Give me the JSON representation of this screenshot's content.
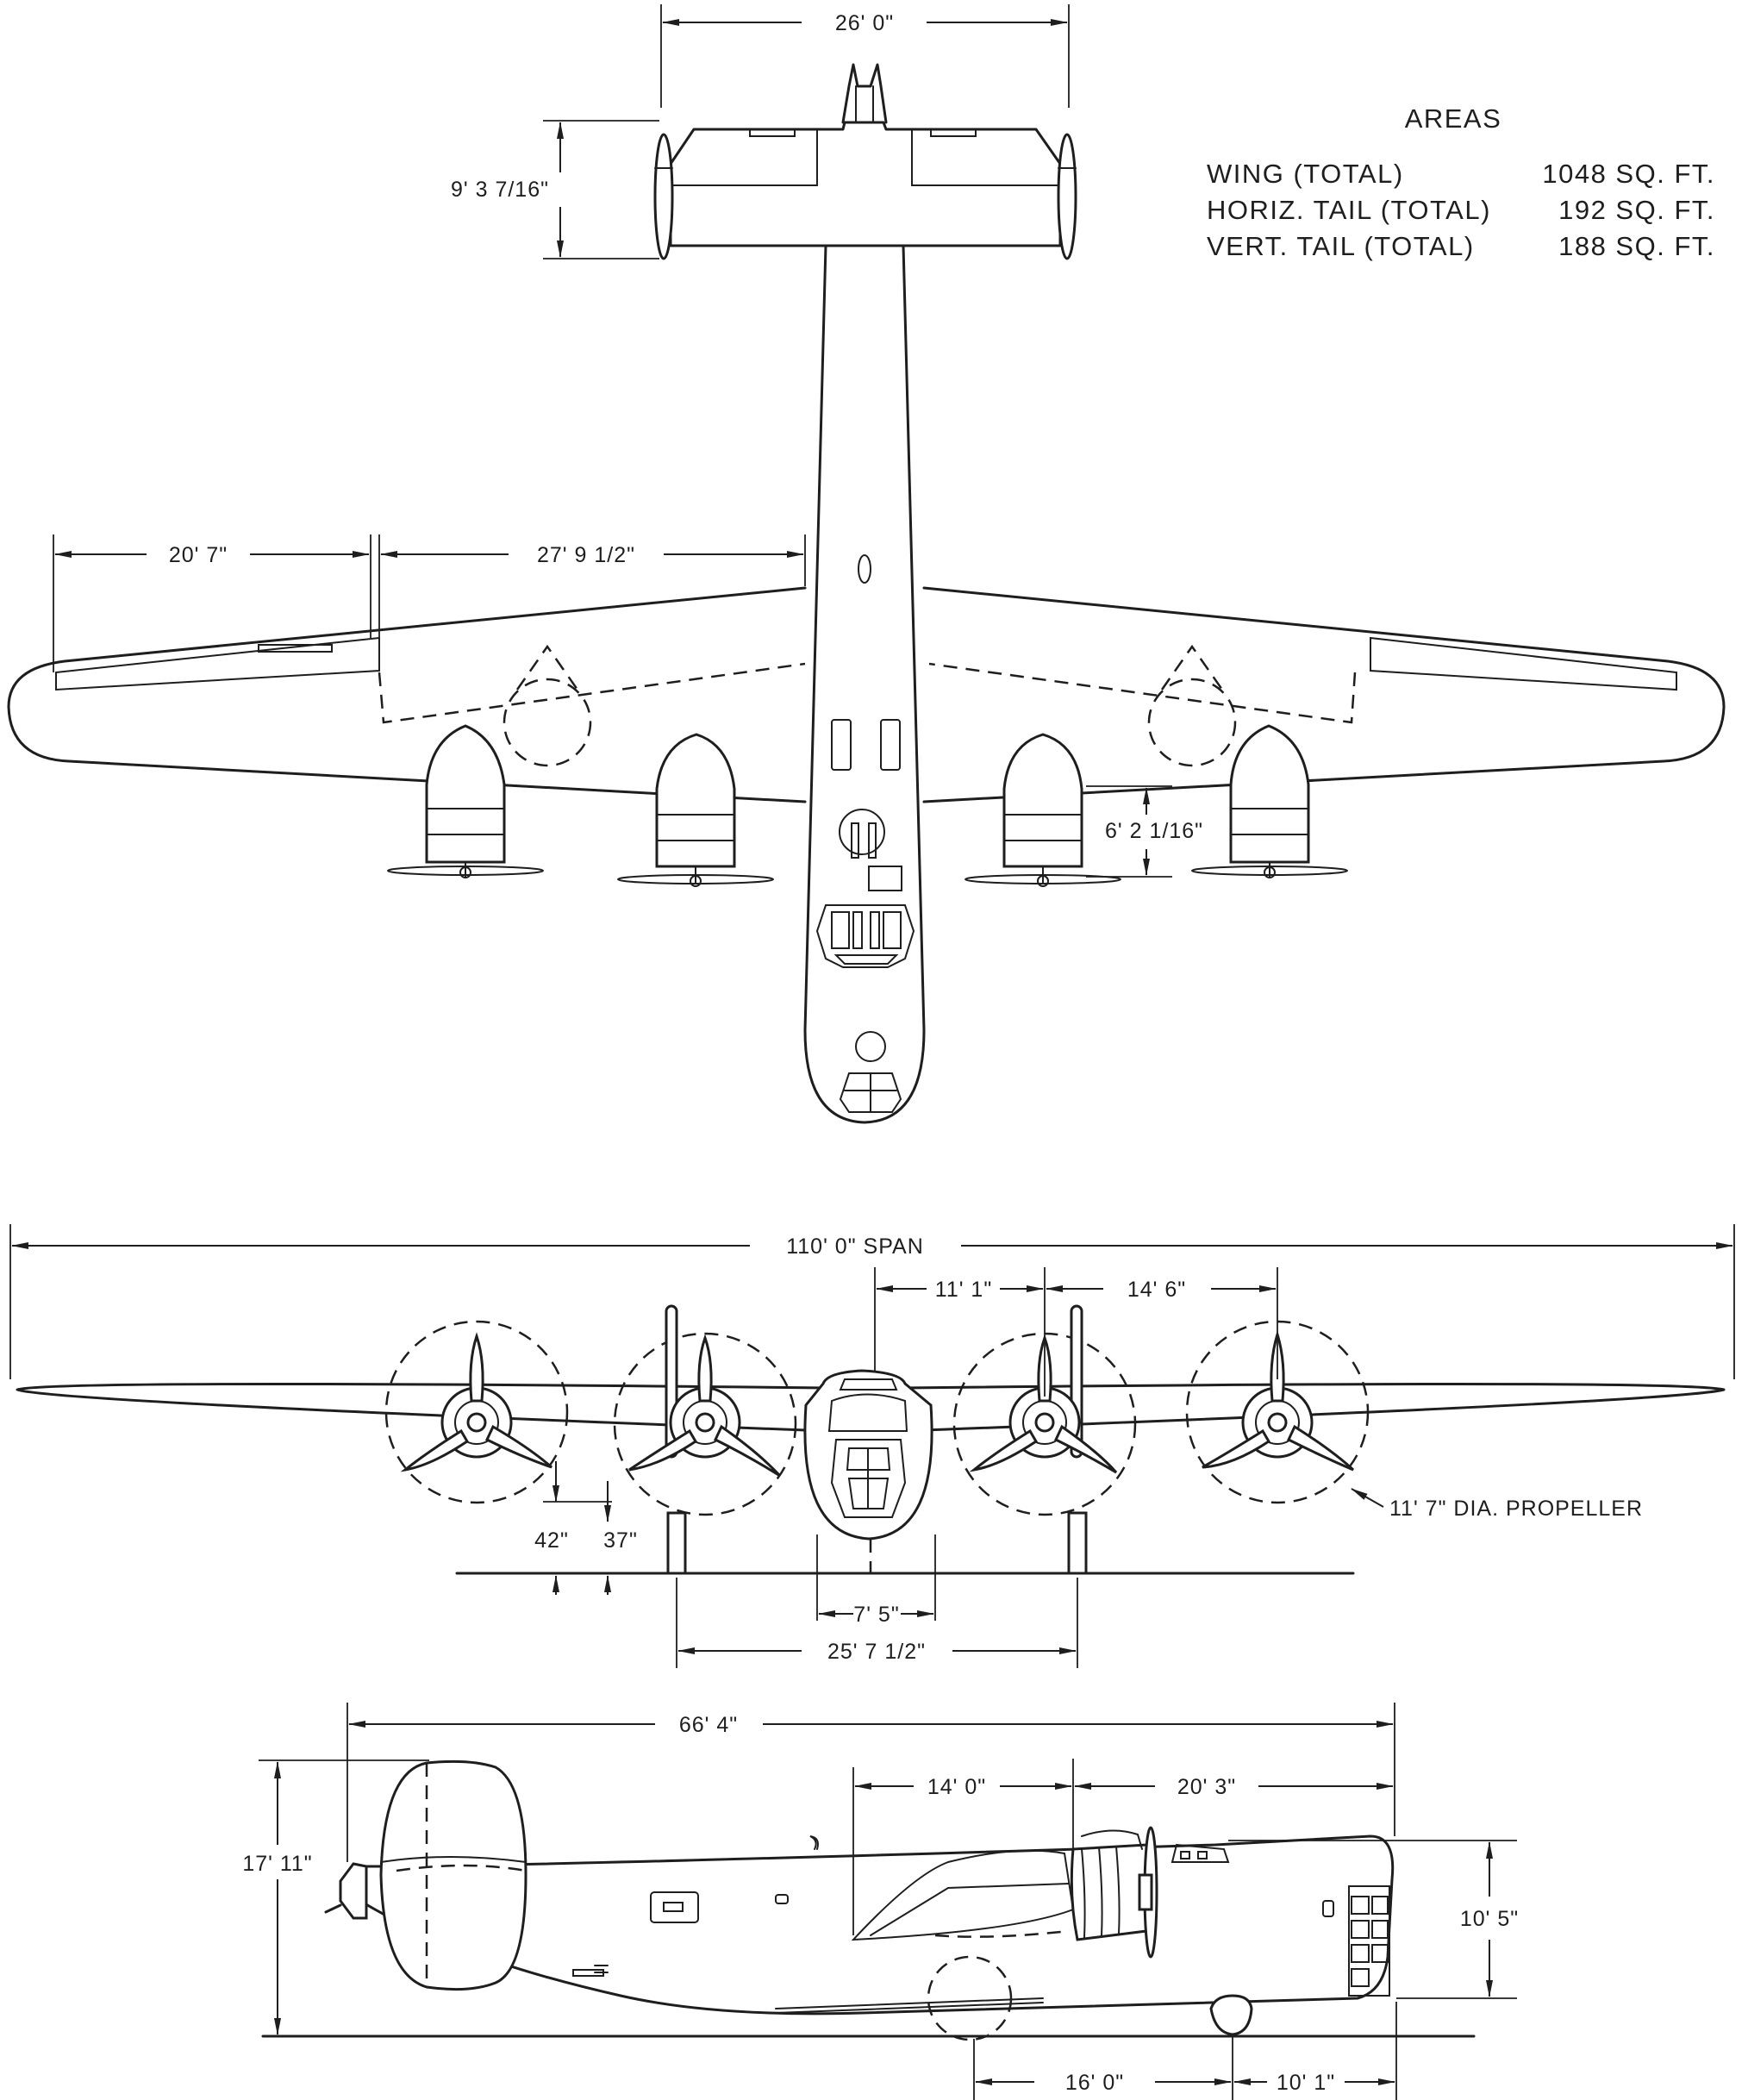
{
  "areas": {
    "title": "AREAS",
    "rows": [
      {
        "label": "WING (TOTAL)",
        "value": "1048 SQ. FT."
      },
      {
        "label": "HORIZ. TAIL (TOTAL)",
        "value": "192 SQ. FT."
      },
      {
        "label": "VERT. TAIL (TOTAL)",
        "value": "188 SQ. FT."
      }
    ]
  },
  "plan_view": {
    "tail_span": "26' 0\"",
    "tail_chord": "9' 3 7/16\"",
    "outer_wing": "20' 7\"",
    "inner_wing": "27' 9 1/2\"",
    "nacelle_spacing": "6' 2 1/16\""
  },
  "front_view": {
    "span": "110' 0\" SPAN",
    "dim_a": "11' 1\"",
    "dim_b": "14' 6\"",
    "propeller": "11' 7\" DIA. PROPELLER",
    "clearance_a": "42\"",
    "clearance_b": "37\"",
    "nose_gear_track": "7' 5\"",
    "main_gear_track": "25' 7 1/2\""
  },
  "side_view": {
    "length": "66' 4\"",
    "height": "17' 11\"",
    "dim_c": "14' 0\"",
    "dim_d": "20' 3\"",
    "fuselage_height": "10' 5\"",
    "dim_e": "16' 0\"",
    "dim_f": "10' 1\""
  }
}
